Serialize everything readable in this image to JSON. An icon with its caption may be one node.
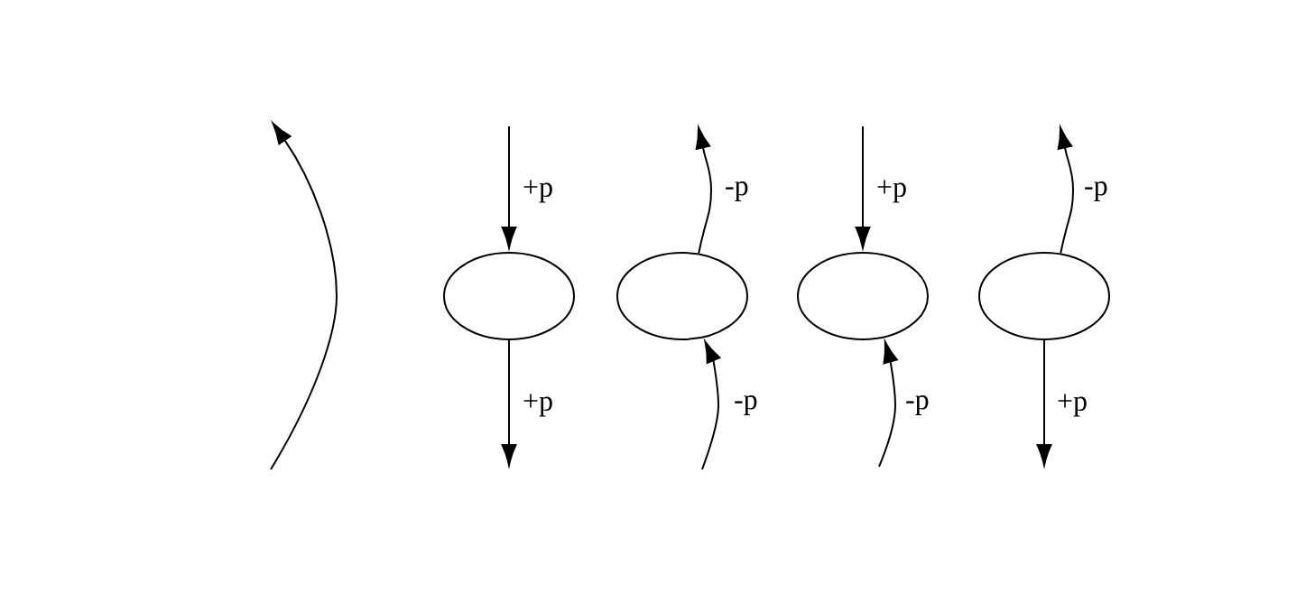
{
  "diagram": {
    "nodes": [
      {
        "text": [],
        "shape": "ellipse"
      },
      {
        "text": [],
        "shape": "ellipse"
      },
      {
        "text": [],
        "shape": "ellipse"
      },
      {
        "text": [],
        "shape": "ellipse"
      }
    ],
    "edges": [
      {
        "from": null,
        "to": 0,
        "arrow": "to",
        "label": "+p"
      },
      {
        "from": 0,
        "to": null,
        "arrow": "to",
        "label": "+p"
      },
      {
        "from": 1,
        "to": null,
        "arrow": "to",
        "label": "-p"
      },
      {
        "from": null,
        "to": 1,
        "arrow": "to",
        "label": "-p"
      },
      {
        "from": null,
        "to": 2,
        "arrow": "to",
        "label": "+p"
      },
      {
        "from": null,
        "to": 2,
        "arrow": "to",
        "label": "-p"
      },
      {
        "from": 3,
        "to": null,
        "arrow": "to",
        "label": "-p"
      },
      {
        "from": 3,
        "to": null,
        "arrow": "to",
        "label": "+p"
      }
    ]
  }
}
